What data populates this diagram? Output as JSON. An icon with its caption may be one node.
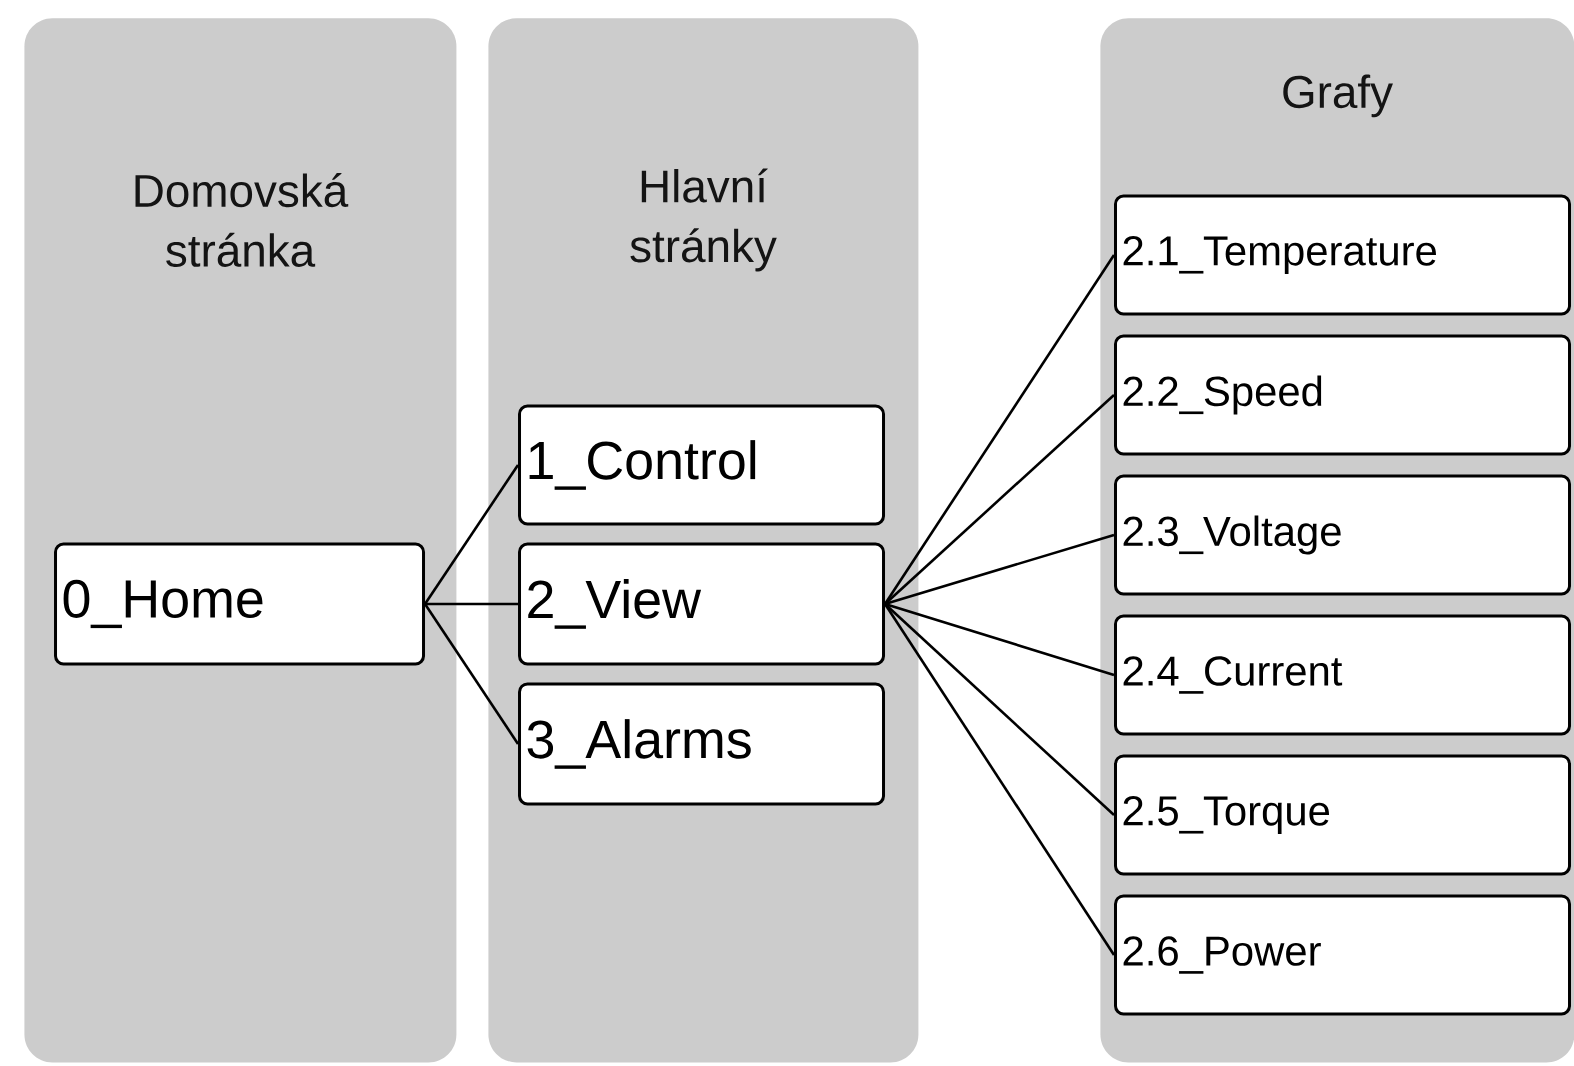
{
  "diagram": {
    "nodes": [
      {
        "text": [
          "Domovská stránka"
        ]
      },
      {
        "text": [
          "Hlavní stránky"
        ]
      },
      {
        "text": [
          "Grafy"
        ]
      },
      {
        "text": [
          "0_Home"
        ],
        "in": 0
      },
      {
        "text": [
          "1_Control"
        ],
        "in": 1
      },
      {
        "text": [
          "2_View"
        ],
        "in": 1
      },
      {
        "text": [
          "3_Alarms"
        ],
        "in": 1
      },
      {
        "text": [
          "2.1_Temperature"
        ],
        "in": 2
      },
      {
        "text": [
          "2.2_Speed"
        ],
        "in": 2
      },
      {
        "text": [
          "2.3_Voltage"
        ],
        "in": 2
      },
      {
        "text": [
          "2.4_Current"
        ],
        "in": 2
      },
      {
        "text": [
          "2.5_Torque"
        ],
        "in": 2
      },
      {
        "text": [
          "2.6_Power"
        ],
        "in": 2
      }
    ],
    "edges": [
      {
        "from": 3,
        "to": 4,
        "arrow": "none"
      },
      {
        "from": 3,
        "to": 5,
        "arrow": "none"
      },
      {
        "from": 3,
        "to": 6,
        "arrow": "none"
      },
      {
        "from": 5,
        "to": 7,
        "arrow": "none"
      },
      {
        "from": 5,
        "to": 8,
        "arrow": "none"
      },
      {
        "from": 5,
        "to": 9,
        "arrow": "none"
      },
      {
        "from": 5,
        "to": 10,
        "arrow": "none"
      },
      {
        "from": 5,
        "to": 11,
        "arrow": "none"
      },
      {
        "from": 5,
        "to": 12,
        "arrow": "none"
      }
    ]
  }
}
